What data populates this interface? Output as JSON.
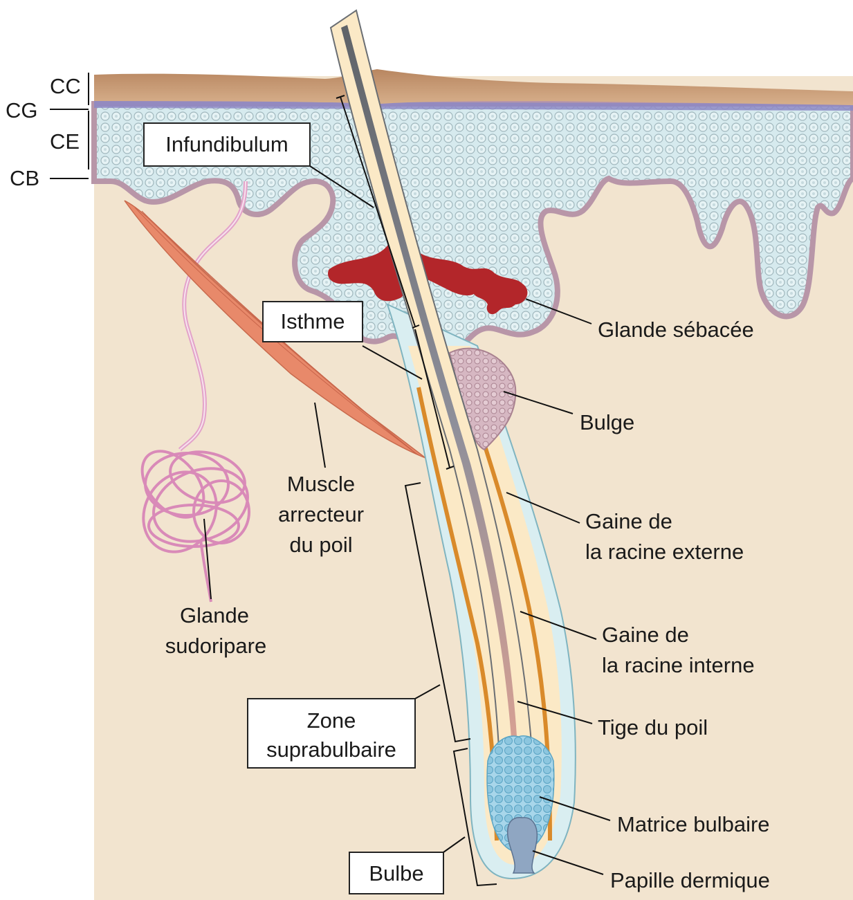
{
  "layers": {
    "cc": "CC",
    "cg": "CG",
    "ce": "CE",
    "cb": "CB"
  },
  "labels": {
    "infundibulum": "Infundibulum",
    "isthme": "Isthme",
    "glande_sebacee": "Glande sébacée",
    "bulge": "Bulge",
    "muscle_line1": "Muscle",
    "muscle_line2": "arrecteur",
    "muscle_line3": "du poil",
    "glande_sudoripare_line1": "Glande",
    "glande_sudoripare_line2": "sudoripare",
    "gaine_externe_line1": "Gaine de",
    "gaine_externe_line2": "la racine externe",
    "gaine_interne_line1": "Gaine de",
    "gaine_interne_line2": "la racine interne",
    "zone_line1": "Zone",
    "zone_line2": "suprabulbaire",
    "tige": "Tige du poil",
    "matrice": "Matrice bulbaire",
    "bulbe": "Bulbe",
    "papille": "Papille dermique"
  },
  "colors": {
    "dermis": "#f2e4cf",
    "epidermis_cells": "#cfe8ec",
    "cell_outline": "#a9bfc4",
    "stratum_corneum": "#c99a74",
    "granular_layer": "#8c88c4",
    "basal_cells": "#b896a8",
    "sebaceous": "#b3262a",
    "muscle": "#e8896a",
    "sweat_gland": "#e3a3c9",
    "hair_shaft_dark": "#6a6e73",
    "hair_sheath": "#fbe9c6",
    "inner_sheath": "#d98a2a",
    "outer_sheath": "#d9eef1",
    "matrix": "#7cc0dc",
    "papilla": "#8fa6c2",
    "shaft_lower": "#d59a8a"
  }
}
